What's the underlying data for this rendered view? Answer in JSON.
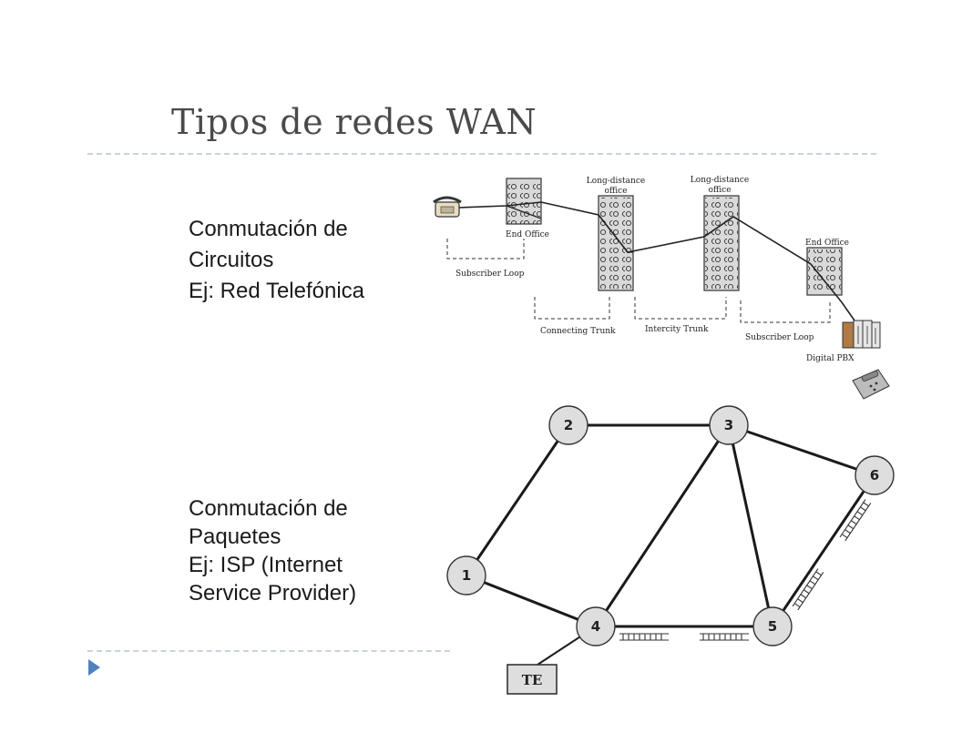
{
  "slide": {
    "title": "Tipos de redes WAN",
    "accent_color": "#4f81bd",
    "rule_color": "#c9d2dc"
  },
  "circuit": {
    "lines": [
      "Conmutación de",
      "Circuitos",
      "Ej: Red Telefónica"
    ],
    "diagram": {
      "labels": {
        "end_office_1": "End Office",
        "long_distance_1": [
          "Long-distance",
          "office"
        ],
        "long_distance_2": [
          "Long-distance",
          "office"
        ],
        "end_office_2": "End Office",
        "subscriber_loop_1": "Subscriber Loop",
        "connecting_trunk": "Connecting Trunk",
        "intercity_trunk": "Intercity Trunk",
        "subscriber_loop_2": "Subscriber Loop",
        "digital_pbx": "Digital PBX"
      },
      "icons": [
        "telephone-icon",
        "pbx-icon",
        "desk-phone-icon"
      ]
    }
  },
  "packet": {
    "lines": [
      "Conmutación de",
      "Paquetes",
      "Ej: ISP (Internet",
      "Service Provider)"
    ],
    "diagram": {
      "nodes": [
        "1",
        "2",
        "3",
        "4",
        "5",
        "6"
      ],
      "terminal": "TE",
      "links": [
        [
          "1",
          "2"
        ],
        [
          "2",
          "3"
        ],
        [
          "3",
          "4"
        ],
        [
          "3",
          "5"
        ],
        [
          "3",
          "6"
        ],
        [
          "1",
          "4"
        ],
        [
          "4",
          "5"
        ],
        [
          "5",
          "6"
        ]
      ],
      "node_fill": "#dedede"
    }
  }
}
